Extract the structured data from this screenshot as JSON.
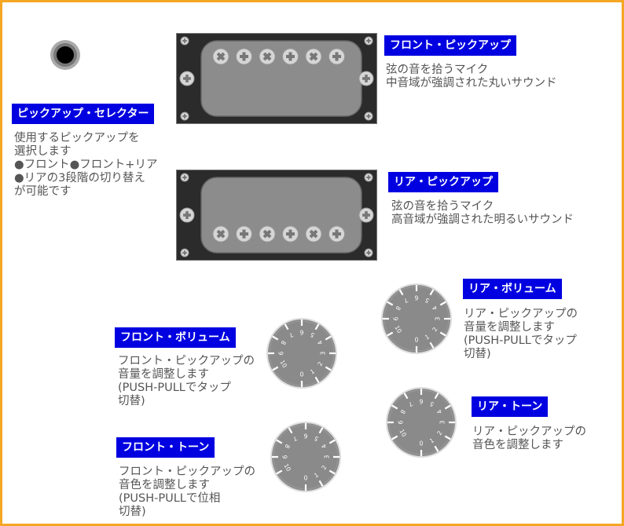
{
  "labels": {
    "front_pickup": {
      "title": "フロント・ピックアップ",
      "lines": [
        "弦の音を拾うマイク",
        "中音域が強調された丸いサウンド"
      ]
    },
    "rear_pickup": {
      "title": "リア・ピックアップ",
      "lines": [
        "弦の音を拾うマイク",
        "高音域が強調された明るいサウンド"
      ]
    },
    "selector": {
      "title": "ピックアップ・セレクター",
      "lines": [
        "使用するピックアップを",
        "選択します",
        "●フロント●フロント+リア",
        "●リアの3段階の切り替え",
        "が可能です"
      ]
    },
    "rear_volume": {
      "title": "リア・ボリューム",
      "lines": [
        "リア・ピックアップの",
        "音量を調整します",
        "(PUSH-PULLでタップ",
        "切替)"
      ]
    },
    "front_volume": {
      "title": "フロント・ボリューム",
      "lines": [
        "フロント・ピックアップの",
        "音量を調整します",
        "(PUSH-PULLでタップ",
        "切替)"
      ]
    },
    "rear_tone": {
      "title": "リア・トーン",
      "lines": [
        "リア・ピックアップの",
        "音色を調整します"
      ]
    },
    "front_tone": {
      "title": "フロント・トーン",
      "lines": [
        "フロント・ピックアップの",
        "音色を調整します",
        "(PUSH-PULLで位相",
        "切替)"
      ]
    }
  },
  "knob_scale": [
    "0",
    "1",
    "2",
    "3",
    "4",
    "5",
    "6",
    "7",
    "8",
    "9",
    "10"
  ],
  "colors": {
    "frame": "#f5a623",
    "label_bg": "#0000e0",
    "label_text": "#ffffff",
    "body_text": "#555555",
    "pickup_base": "#2b2b2b",
    "pickup_cover": "#8c8c8c",
    "knob": "#8a8a8a"
  }
}
